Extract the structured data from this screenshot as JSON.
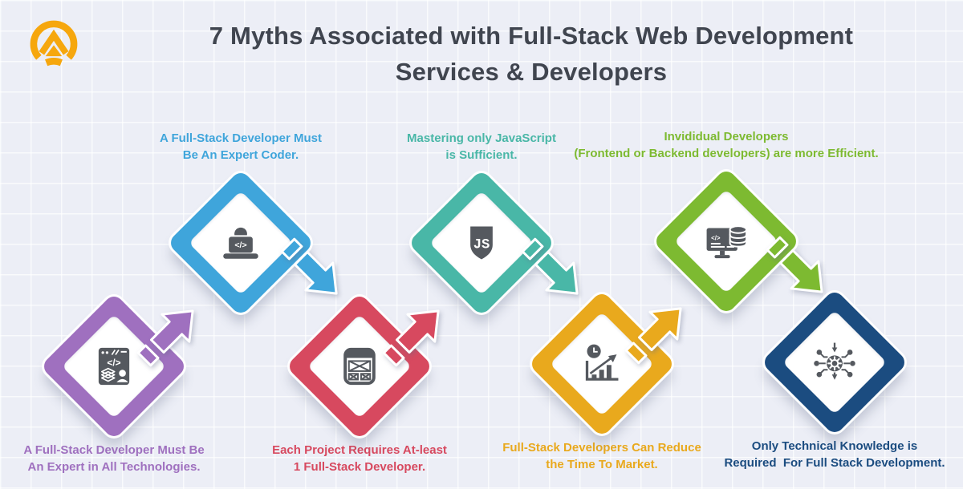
{
  "header": {
    "title_line1": "7 Myths Associated with Full-Stack Web Development",
    "title_line2": "Services & Developers",
    "title_color": "#40454F",
    "logo_icon": "brand-logo",
    "logo_color": "#F6A70E"
  },
  "myths": [
    {
      "index": 1,
      "position": "top",
      "label_line1": "A Full-Stack Developer Must",
      "label_line2": "Be An Expert Coder.",
      "color": "#3FA5DB",
      "icon": "developer-laptop-icon",
      "icon_glyph": "</>"
    },
    {
      "index": 2,
      "position": "top",
      "label_line1": "Mastering only JavaScript",
      "label_line2": "is Sufficient.",
      "color": "#49B7A7",
      "icon": "javascript-shield-icon",
      "icon_glyph": "JS"
    },
    {
      "index": 3,
      "position": "top",
      "label_line1": "Invididual Developers",
      "label_line2": "(Frontend or Backend developers) are more Efficient.",
      "color": "#7DBA31",
      "icon": "monitor-database-icon",
      "icon_glyph": "</>"
    },
    {
      "index": 4,
      "position": "bottom",
      "label_line1": "A Full-Stack Developer Must Be",
      "label_line2": "An Expert in All Technologies.",
      "color": "#9F70BF",
      "icon": "browser-layers-user-icon",
      "icon_glyph": "</>"
    },
    {
      "index": 5,
      "position": "bottom",
      "label_line1": "Each Project Requires At-least",
      "label_line2": "1 Full-Stack Developer.",
      "color": "#D7495F",
      "icon": "wireframe-layout-icon",
      "icon_glyph": ""
    },
    {
      "index": 6,
      "position": "bottom",
      "label_line1": "Full-Stack Developers Can Reduce",
      "label_line2": "the Time To Market.",
      "color": "#E9A91D",
      "icon": "time-to-market-chart-icon",
      "icon_glyph": ""
    },
    {
      "index": 7,
      "position": "bottom",
      "label_line1": "Only Technical Knowledge is",
      "label_line2": "Required  For Full Stack Development.",
      "color": "#1B4C80",
      "icon": "integration-gear-icon",
      "icon_glyph": ""
    }
  ]
}
